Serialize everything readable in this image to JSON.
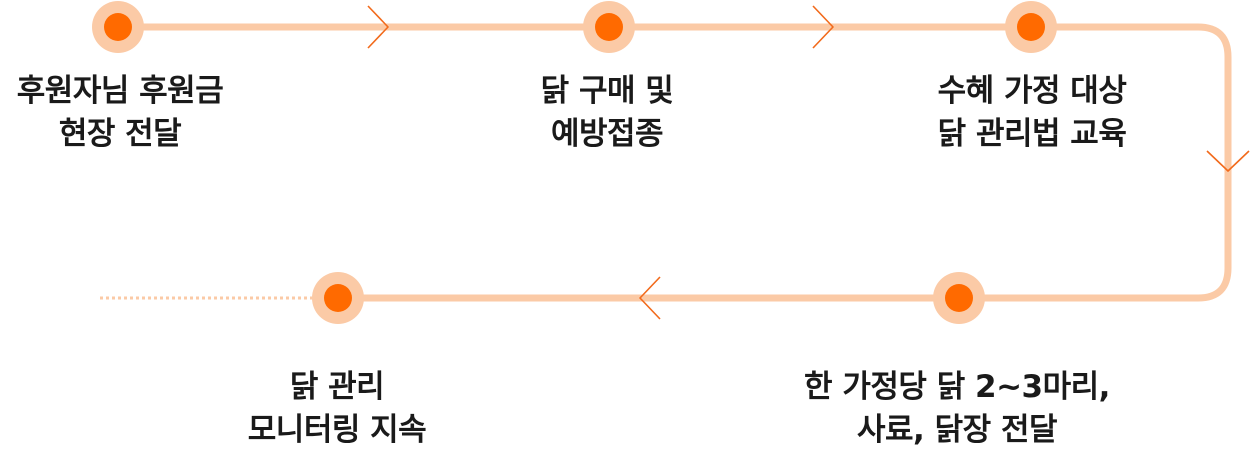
{
  "colors": {
    "track": "#fbcaa6",
    "halo": "#fbcaa6",
    "dot": "#ff6a00",
    "arrow": "#f26a1b",
    "text": "#1a1a1a"
  },
  "steps": [
    {
      "lines": [
        "후원자님 후원금",
        "현장 전달"
      ]
    },
    {
      "lines": [
        "닭 구매 및",
        "예방접종"
      ]
    },
    {
      "lines": [
        "수혜 가정 대상",
        "닭 관리법 교육"
      ]
    },
    {
      "lines": [
        "한 가정당 닭 2~3마리,",
        "사료, 닭장 전달"
      ]
    },
    {
      "lines": [
        "닭 관리",
        "모니터링 지속"
      ]
    }
  ]
}
